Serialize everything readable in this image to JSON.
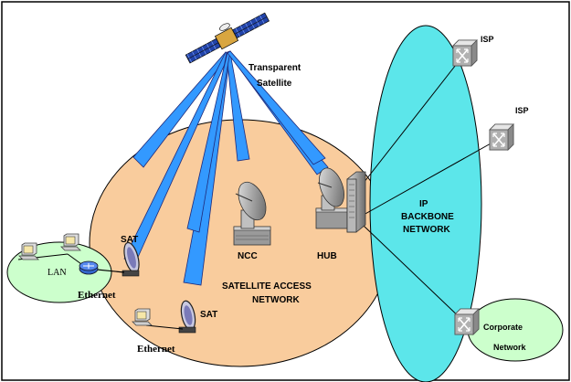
{
  "labels": {
    "satellite_line1": "Transparent",
    "satellite_line2": "Satellite",
    "isp_top": "ISP",
    "isp_mid": "ISP",
    "ip_line1": "IP",
    "ip_line2": "BACKBONE",
    "ip_line3": "NETWORK",
    "ncc": "NCC",
    "hub": "HUB",
    "sat_left": "SAT",
    "sat_bottom": "SAT",
    "access_line1": "SATELLITE ACCESS",
    "access_line2": "NETWORK",
    "lan": "LAN",
    "ethernet_left": "Ethernet",
    "ethernet_bottom": "Ethernet",
    "corporate_line1": "Corporate",
    "corporate_line2": "Network"
  },
  "colors": {
    "access_network": "#f9cc9d",
    "backbone": "#5ce6ea",
    "beam": "#3399ff",
    "lan": "#ccffcc",
    "corporate": "#ccffcc"
  },
  "icons": [
    "satellite-icon",
    "router-icon",
    "dish-antenna-icon",
    "hub-server-icon",
    "computer-icon"
  ]
}
